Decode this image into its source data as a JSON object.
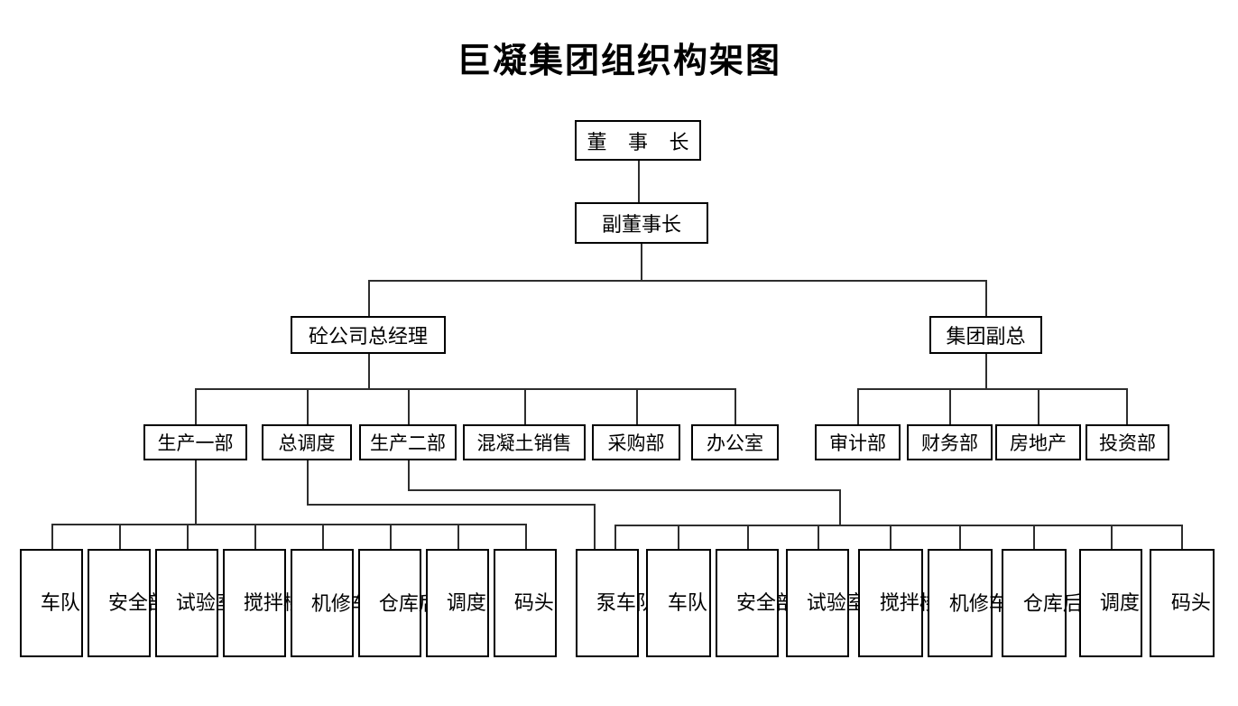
{
  "title": "巨凝集团组织构架图",
  "diagram_type": "organization-chart",
  "colors": {
    "background": "#ffffff",
    "box_border": "#000000",
    "connector_line": "#2e2e2e",
    "text": "#000000"
  },
  "nodes": {
    "chairman": {
      "label": "董 事 长"
    },
    "vice_chairman": {
      "label": "副董事长"
    },
    "concrete_gm": {
      "label": "砼公司总经理"
    },
    "group_vp": {
      "label": "集团副总"
    },
    "prod_dept1": {
      "label": "生产一部"
    },
    "chief_dispatch": {
      "label": "总调度"
    },
    "prod_dept2": {
      "label": "生产二部"
    },
    "concrete_sales": {
      "label": "混凝土销售"
    },
    "purchasing": {
      "label": "采购部"
    },
    "office": {
      "label": "办公室"
    },
    "audit": {
      "label": "审计部"
    },
    "finance": {
      "label": "财务部"
    },
    "real_estate": {
      "label": "房地产"
    },
    "investment": {
      "label": "投资部"
    },
    "left_fleet": {
      "label": "车队"
    },
    "left_safety": {
      "label": "安全部"
    },
    "left_lab": {
      "label": "试验室"
    },
    "left_mixing": {
      "label": "搅拌楼"
    },
    "left_repair": {
      "label": "机修车间"
    },
    "left_warehouse": {
      "label": "仓库后勤"
    },
    "left_dispatch": {
      "label": "调度"
    },
    "left_dock": {
      "label": "码头"
    },
    "pump_fleet": {
      "label": "泵车队"
    },
    "right_fleet": {
      "label": "车队"
    },
    "right_safety": {
      "label": "安全部"
    },
    "right_lab": {
      "label": "试验室"
    },
    "right_mixing": {
      "label": "搅拌楼"
    },
    "right_repair": {
      "label": "机修车间"
    },
    "right_warehouse": {
      "label": "仓库后勤"
    },
    "right_dispatch": {
      "label": "调度"
    },
    "right_dock": {
      "label": "码头"
    }
  },
  "edges": [
    {
      "from": "chairman",
      "to": "vice_chairman"
    },
    {
      "from": "vice_chairman",
      "to": "concrete_gm"
    },
    {
      "from": "vice_chairman",
      "to": "group_vp"
    },
    {
      "from": "concrete_gm",
      "to": "prod_dept1"
    },
    {
      "from": "concrete_gm",
      "to": "chief_dispatch"
    },
    {
      "from": "concrete_gm",
      "to": "prod_dept2"
    },
    {
      "from": "concrete_gm",
      "to": "concrete_sales"
    },
    {
      "from": "concrete_gm",
      "to": "purchasing"
    },
    {
      "from": "concrete_gm",
      "to": "office"
    },
    {
      "from": "group_vp",
      "to": "audit"
    },
    {
      "from": "group_vp",
      "to": "finance"
    },
    {
      "from": "group_vp",
      "to": "real_estate"
    },
    {
      "from": "group_vp",
      "to": "investment"
    },
    {
      "from": "prod_dept1",
      "to": "left_fleet"
    },
    {
      "from": "prod_dept1",
      "to": "left_safety"
    },
    {
      "from": "prod_dept1",
      "to": "left_lab"
    },
    {
      "from": "prod_dept1",
      "to": "left_mixing"
    },
    {
      "from": "prod_dept1",
      "to": "left_repair"
    },
    {
      "from": "prod_dept1",
      "to": "left_warehouse"
    },
    {
      "from": "prod_dept1",
      "to": "left_dispatch"
    },
    {
      "from": "prod_dept1",
      "to": "left_dock"
    },
    {
      "from": "chief_dispatch",
      "to": "pump_fleet"
    },
    {
      "from": "prod_dept2",
      "to": "pump_fleet"
    },
    {
      "from": "prod_dept2",
      "to": "right_fleet"
    },
    {
      "from": "prod_dept2",
      "to": "right_safety"
    },
    {
      "from": "prod_dept2",
      "to": "right_lab"
    },
    {
      "from": "prod_dept2",
      "to": "right_mixing"
    },
    {
      "from": "prod_dept2",
      "to": "right_repair"
    },
    {
      "from": "prod_dept2",
      "to": "right_warehouse"
    },
    {
      "from": "prod_dept2",
      "to": "right_dispatch"
    },
    {
      "from": "prod_dept2",
      "to": "right_dock"
    }
  ]
}
